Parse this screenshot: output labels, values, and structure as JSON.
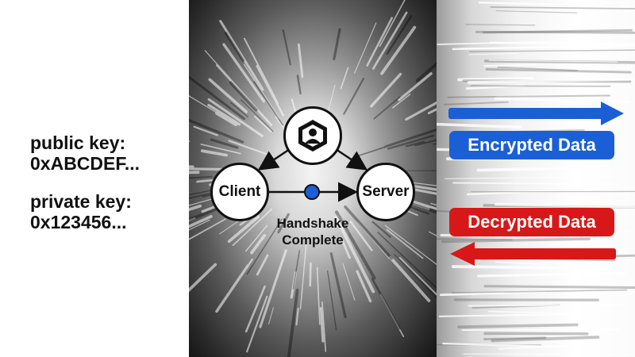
{
  "keys": {
    "public_label": "public key:",
    "public_value": "0xABCDEF...",
    "private_label": "private key:",
    "private_value": "0x123456..."
  },
  "diagram": {
    "top_node_icon": "secure-identity-icon",
    "client_label": "Client",
    "server_label": "Server",
    "caption_line1": "Handshake",
    "caption_line2": "Complete"
  },
  "data_flow": {
    "encrypted_label": "Encrypted Data",
    "decrypted_label": "Decrypted Data"
  },
  "colors": {
    "encrypted": "#1a5fd6",
    "decrypted": "#d81818",
    "packet": "#1a5fd6",
    "ink": "#111111"
  }
}
